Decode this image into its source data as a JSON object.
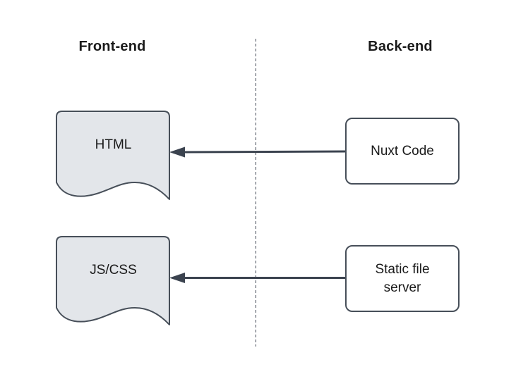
{
  "headings": {
    "frontend": "Front-end",
    "backend": "Back-end"
  },
  "nodes": {
    "html": {
      "label": "HTML",
      "shape": "document",
      "section": "frontend"
    },
    "jscss": {
      "label": "JS/CSS",
      "shape": "document",
      "section": "frontend"
    },
    "nuxt_code": {
      "label": "Nuxt Code",
      "shape": "rounded-rectangle",
      "section": "backend"
    },
    "static_file_server": {
      "label": "Static file server",
      "shape": "rounded-rectangle",
      "section": "backend"
    }
  },
  "edges": [
    {
      "from": "nuxt_code",
      "to": "html",
      "style": "solid",
      "arrowhead": "filled-triangle"
    },
    {
      "from": "static_file_server",
      "to": "jscss",
      "style": "solid",
      "arrowhead": "filled-triangle"
    }
  ],
  "divider": {
    "orientation": "vertical",
    "style": "dashed"
  },
  "colors": {
    "background": "#FFFFFF",
    "document_fill": "#E3E6EA",
    "process_fill": "#FFFFFF",
    "shape_stroke": "#474F59",
    "connector": "#3B434F",
    "divider": "#3E4552",
    "text": "#1A1A1A"
  }
}
